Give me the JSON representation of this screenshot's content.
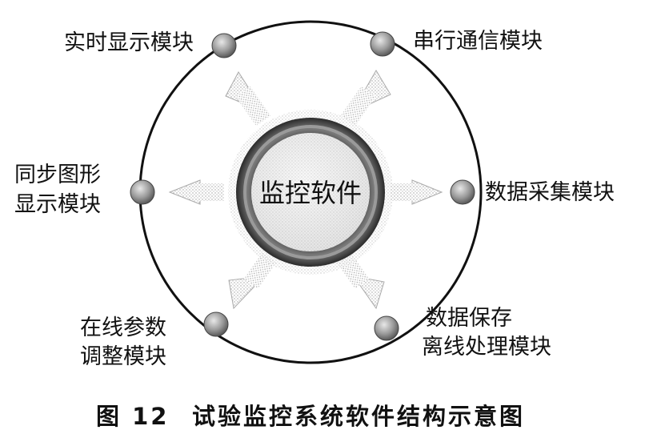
{
  "center": {
    "label": "监控软件"
  },
  "modules": [
    {
      "id": "realtime-display",
      "lines": [
        "实时显示模块"
      ]
    },
    {
      "id": "serial-comm",
      "lines": [
        "串行通信模块"
      ]
    },
    {
      "id": "data-acquisition",
      "lines": [
        "数据采集模块"
      ]
    },
    {
      "id": "data-storage",
      "lines": [
        "数据保存",
        "离线处理模块"
      ]
    },
    {
      "id": "online-params",
      "lines": [
        "在线参数",
        "调整模块"
      ]
    },
    {
      "id": "sync-graphics",
      "lines": [
        "同步图形",
        "显示模块"
      ]
    }
  ],
  "caption": {
    "figure_no": "图 12",
    "title": "试验监控系统软件结构示意图"
  },
  "colors": {
    "ring": "#111111",
    "node": "#9a9a9a",
    "arrow": "#bdbdbd",
    "center_band": "#555555",
    "center_fill": "#eeeeee"
  }
}
